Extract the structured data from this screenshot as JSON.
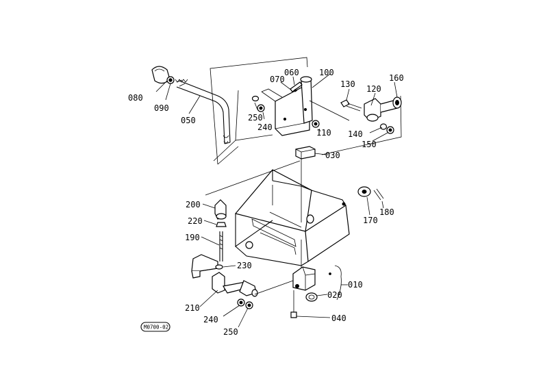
{
  "diagram": {
    "figure_code": "M0700-02",
    "part_labels": {
      "p010": "010",
      "p020": "020",
      "p030": "030",
      "p040": "040",
      "p050": "050",
      "p060": "060",
      "p070": "070",
      "p080": "080",
      "p090": "090",
      "p100": "100",
      "p110": "110",
      "p120": "120",
      "p130": "130",
      "p140": "140",
      "p150": "150",
      "p160": "160",
      "p170": "170",
      "p180": "180",
      "p190": "190",
      "p200": "200",
      "p210": "210",
      "p220": "220",
      "p230": "230",
      "p240a": "240",
      "p240b": "240",
      "p250a": "250",
      "p250b": "250"
    }
  }
}
